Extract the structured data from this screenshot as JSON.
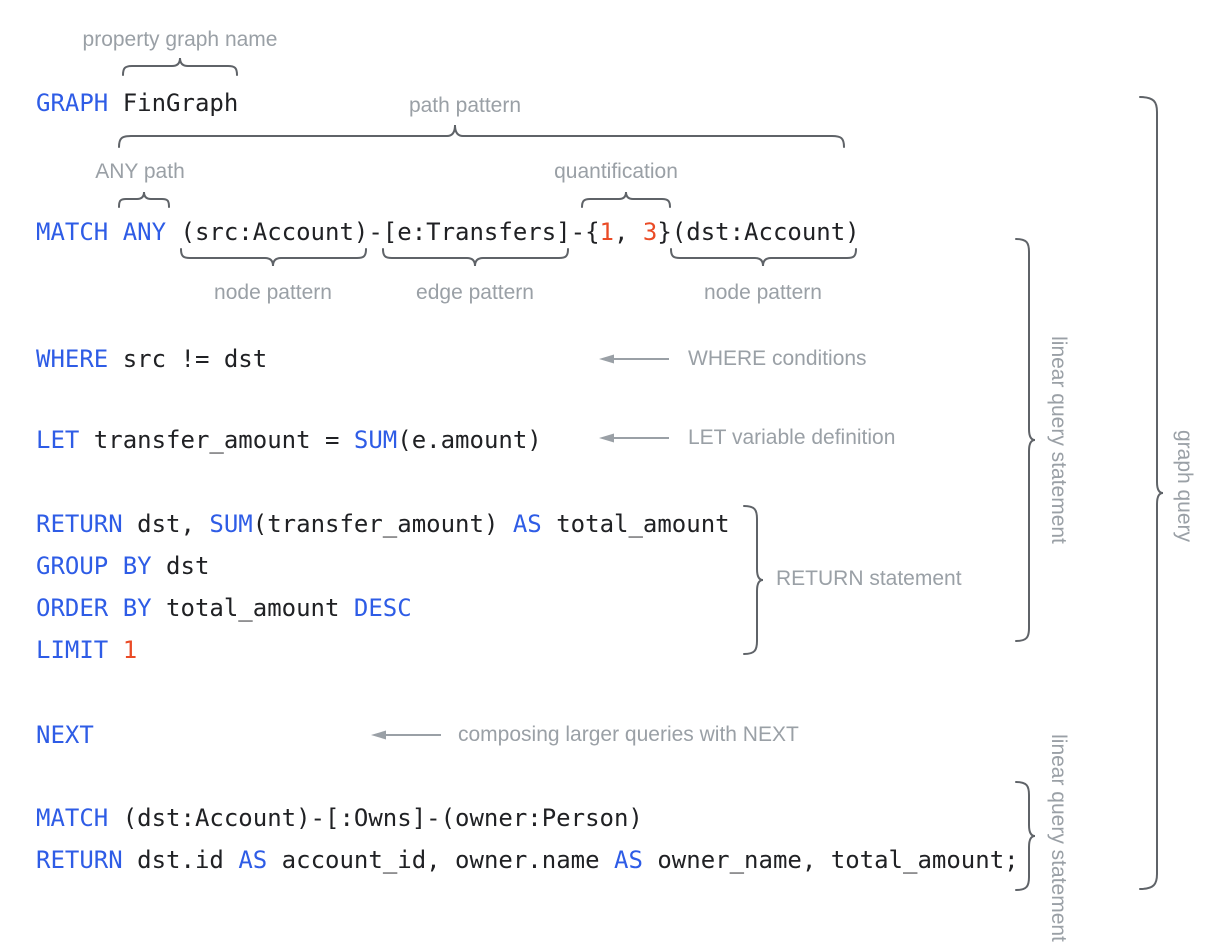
{
  "palette": {
    "keyword": "#2e5ce6",
    "plain": "#202124",
    "number": "#ea4b26",
    "annotation": "#9aa0a6",
    "brace": "#5f6368"
  },
  "code": {
    "lines": [
      {
        "tokens": [
          {
            "text": "GRAPH ",
            "type": "kw"
          },
          {
            "text": "FinGraph",
            "type": "pl"
          }
        ]
      },
      {
        "tokens": [
          {
            "text": "MATCH ANY ",
            "type": "kw"
          },
          {
            "text": "(src:Account)-[e:Transfers]-{",
            "type": "pl"
          },
          {
            "text": "1",
            "type": "num"
          },
          {
            "text": ", ",
            "type": "pl"
          },
          {
            "text": "3",
            "type": "num"
          },
          {
            "text": "}(dst:Account)",
            "type": "pl"
          }
        ]
      },
      {
        "tokens": [
          {
            "text": "WHERE ",
            "type": "kw"
          },
          {
            "text": "src != dst",
            "type": "pl"
          }
        ]
      },
      {
        "tokens": [
          {
            "text": "LET ",
            "type": "kw"
          },
          {
            "text": "transfer_amount = ",
            "type": "pl"
          },
          {
            "text": "SUM",
            "type": "kw"
          },
          {
            "text": "(e.amount)",
            "type": "pl"
          }
        ]
      },
      {
        "tokens": [
          {
            "text": "RETURN ",
            "type": "kw"
          },
          {
            "text": "dst, ",
            "type": "pl"
          },
          {
            "text": "SUM",
            "type": "kw"
          },
          {
            "text": "(transfer_amount) ",
            "type": "pl"
          },
          {
            "text": "AS",
            "type": "kw"
          },
          {
            "text": " total_amount",
            "type": "pl"
          }
        ]
      },
      {
        "tokens": [
          {
            "text": "GROUP BY ",
            "type": "kw"
          },
          {
            "text": "dst",
            "type": "pl"
          }
        ]
      },
      {
        "tokens": [
          {
            "text": "ORDER BY ",
            "type": "kw"
          },
          {
            "text": "total_amount ",
            "type": "pl"
          },
          {
            "text": "DESC",
            "type": "kw"
          }
        ]
      },
      {
        "tokens": [
          {
            "text": "LIMIT ",
            "type": "kw"
          },
          {
            "text": "1",
            "type": "num"
          }
        ]
      },
      {
        "tokens": [
          {
            "text": "NEXT",
            "type": "kw"
          }
        ]
      },
      {
        "tokens": [
          {
            "text": "MATCH ",
            "type": "kw"
          },
          {
            "text": "(dst:Account)-[:Owns]-(owner:Person)",
            "type": "pl"
          }
        ]
      },
      {
        "tokens": [
          {
            "text": "RETURN ",
            "type": "kw"
          },
          {
            "text": "dst.id ",
            "type": "pl"
          },
          {
            "text": "AS",
            "type": "kw"
          },
          {
            "text": " account_id, owner.name ",
            "type": "pl"
          },
          {
            "text": "AS",
            "type": "kw"
          },
          {
            "text": " owner_name, total_amount;",
            "type": "pl"
          }
        ]
      }
    ]
  },
  "labels": {
    "property_graph_name": "property graph name",
    "path_pattern": "path pattern",
    "any_path": "ANY path",
    "quantification": "quantification",
    "node_pattern_left": "node pattern",
    "edge_pattern": "edge pattern",
    "node_pattern_right": "node pattern",
    "where_conditions": "WHERE conditions",
    "let_definition": "LET variable definition",
    "return_statement": "RETURN statement",
    "next_note": "composing larger queries with NEXT",
    "linear_query_statement_top": "linear query statement",
    "linear_query_statement_bottom": "linear query statement",
    "graph_query": "graph query"
  }
}
